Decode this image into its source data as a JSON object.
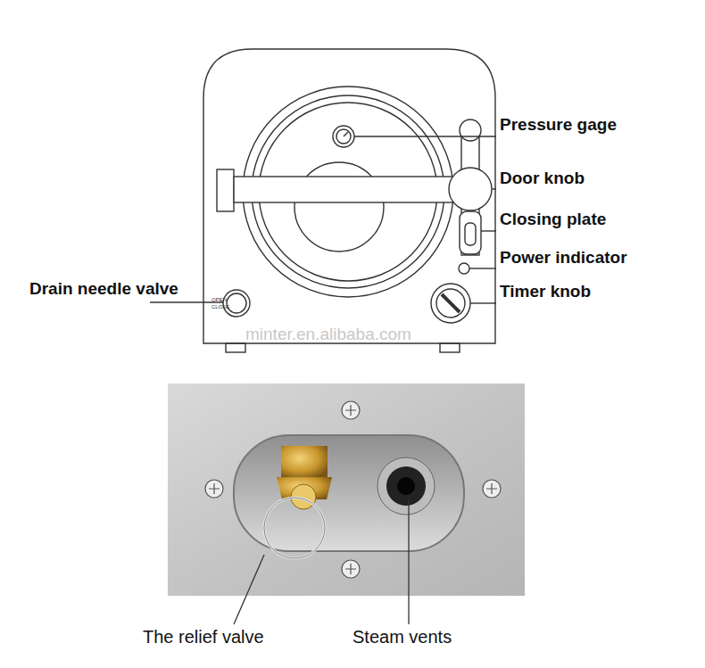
{
  "diagram": {
    "labels": [
      "Pressure gage",
      "Door knob",
      "Closing plate",
      "Power indicator",
      "Timer knob",
      "Drain needle valve",
      "OPEN",
      "CLOSE",
      "minter.en.alibaba.com",
      "The relief valve",
      "Steam vents"
    ]
  }
}
